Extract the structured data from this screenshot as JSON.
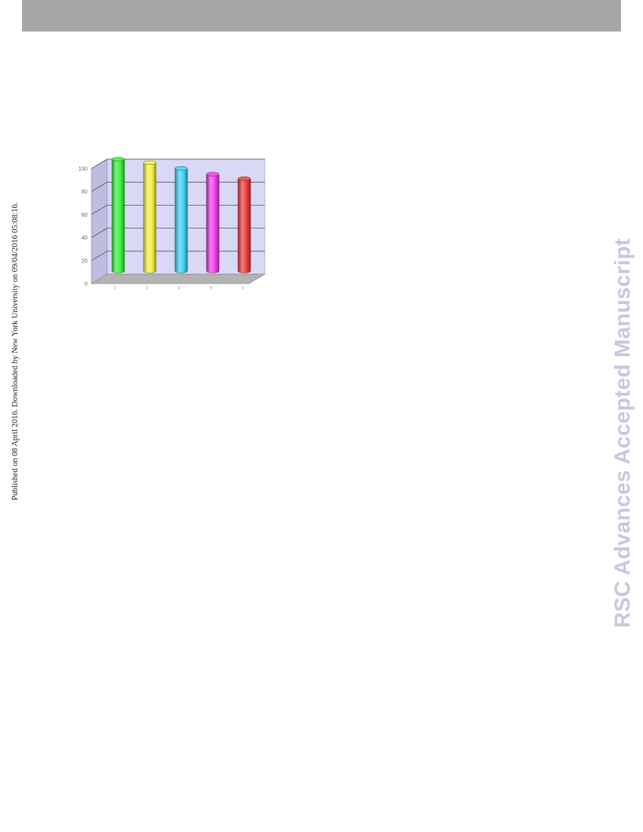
{
  "page": {
    "side_note": "Published on 08 April 2016. Downloaded by New York University on 09/04/2016 05:08:16.",
    "watermark": "RSC Advances Accepted Manuscript"
  },
  "colors": {
    "header_bar": "#a6a6a6",
    "plot_back_wall": "#d9d9f5",
    "plot_side_wall": "#bdbde0",
    "plot_floor": "#b3b3b3",
    "watermark": "#c8c8dc"
  },
  "chart_data": {
    "type": "bar",
    "style": "3d-cylinder",
    "categories": [
      "1",
      "2",
      "3",
      "4",
      "5"
    ],
    "series": [
      {
        "values": [
          100,
          97,
          92,
          87,
          83
        ]
      }
    ],
    "bar_colors": [
      "#3cf03c",
      "#f5f03c",
      "#3cd2f5",
      "#f03cf0",
      "#f03c3c"
    ],
    "ytick_labels": [
      "0",
      "20",
      "40",
      "60",
      "80",
      "100"
    ],
    "ylim": [
      0,
      100
    ],
    "grid": true,
    "title": "",
    "xlabel": "",
    "ylabel": ""
  }
}
